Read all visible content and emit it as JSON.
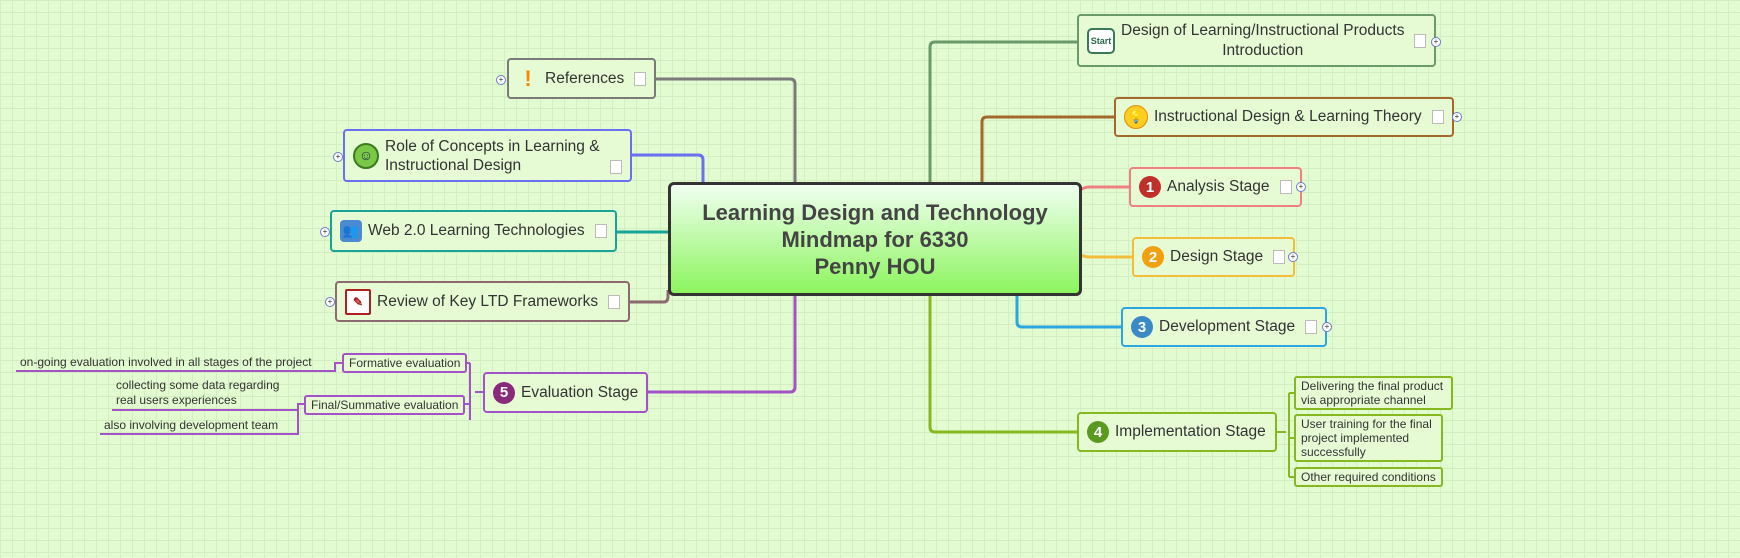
{
  "central": {
    "line1": "Learning Design and Technology",
    "line2": "Mindmap for 6330",
    "line3": "Penny HOU"
  },
  "left": [
    {
      "label": "References",
      "icon": "exclamation-icon",
      "color": "#7a7a7a"
    },
    {
      "label": "Role of Concepts in Learning &",
      "label2": "Instructional Design",
      "icon": "smiley-icon",
      "color": "#6a70f0"
    },
    {
      "label": "Web 2.0 Learning Technologies",
      "icon": "users-icon",
      "color": "#19a49a"
    },
    {
      "label": "Review of Key LTD Frameworks",
      "icon": "clipboard-icon",
      "color": "#8d6a70"
    },
    {
      "label": "Evaluation Stage",
      "icon": "number-5-icon",
      "badge": "5",
      "color": "#a452c8",
      "children": [
        {
          "label": "Formative evaluation",
          "leaves": [
            "on-going evaluation involved in all stages of the project"
          ]
        },
        {
          "label": "Final/Summative evaluation",
          "leaves": [
            "collecting some data regarding",
            "real users experiences",
            "also involving development team"
          ]
        }
      ]
    }
  ],
  "right": [
    {
      "label": "Design of Learning/Instructional Products",
      "label2": "Introduction",
      "icon": "start-icon",
      "badge": "Start",
      "color": "#6a9a6a"
    },
    {
      "label": "Instructional Design & Learning Theory",
      "icon": "lightbulb-icon",
      "color": "#a2682c"
    },
    {
      "label": "Analysis Stage",
      "icon": "number-1-icon",
      "badge": "1",
      "color": "#f08080"
    },
    {
      "label": "Design Stage",
      "icon": "number-2-icon",
      "badge": "2",
      "color": "#f3bd3a"
    },
    {
      "label": "Development Stage",
      "icon": "number-3-icon",
      "badge": "3",
      "color": "#2aa6e0"
    },
    {
      "label": "Implementation Stage",
      "icon": "number-4-icon",
      "badge": "4",
      "color": "#86b820",
      "children": [
        "Delivering the final product",
        "via appropriate channel",
        "User training for the final",
        "project implemented",
        "successfully",
        "Other required conditions"
      ]
    }
  ]
}
